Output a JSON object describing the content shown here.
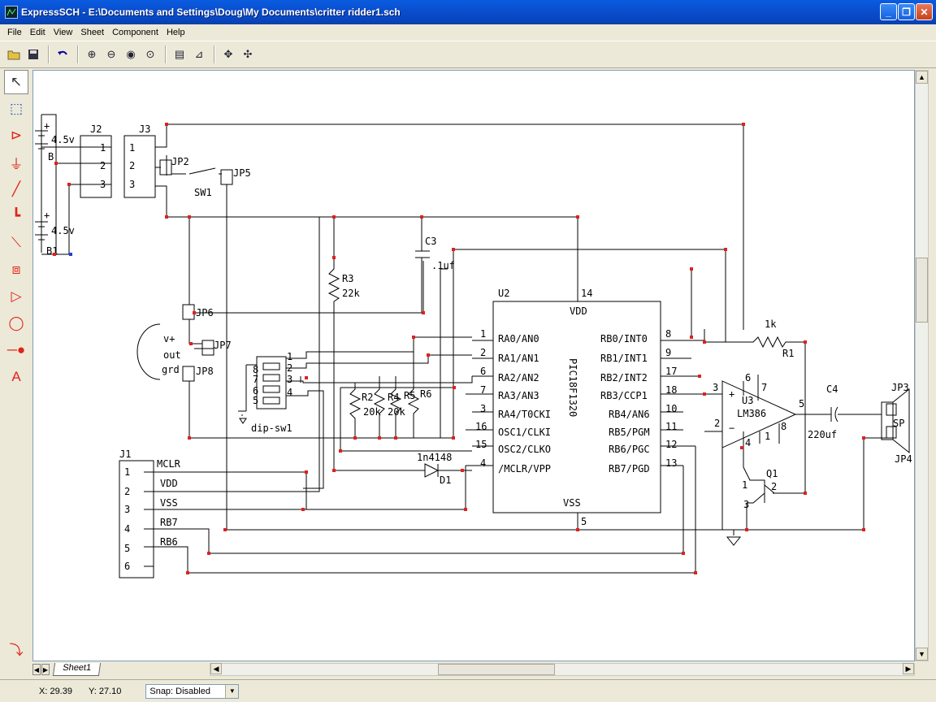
{
  "window": {
    "title": "ExpressSCH - E:\\Documents and Settings\\Doug\\My Documents\\critter ridder1.sch",
    "minimize": "_",
    "restore": "❐",
    "close": "✕"
  },
  "menu": [
    "File",
    "Edit",
    "View",
    "Sheet",
    "Component",
    "Help"
  ],
  "toolbar_icons": [
    "open-folder-icon",
    "save-icon",
    "undo-icon",
    "zoom-in-icon",
    "zoom-out-icon",
    "zoom-area-icon",
    "zoom-fit-icon",
    "properties-icon",
    "edit-part-icon",
    "pan-icon",
    "pan-center-icon"
  ],
  "palette_icons": [
    "pointer-icon",
    "select-component-icon",
    "op-amp-icon",
    "ground-icon",
    "wire-icon",
    "junction-wire-icon",
    "bus-icon",
    "chip-icon",
    "buffer-icon",
    "circle-icon",
    "pin-icon",
    "text-icon"
  ],
  "schematic": {
    "labels": {
      "J2": "J2",
      "J3": "J3",
      "J1": "J1",
      "B": "B",
      "B1": "B1",
      "batt1": "4.5v",
      "batt2": "4.5v",
      "JP2": "JP2",
      "JP5": "JP5",
      "SW1": "SW1",
      "JP6": "JP6",
      "JP7": "JP7",
      "JP8": "JP8",
      "C3": "C3",
      "c3val": ".1uf",
      "R3": "R3",
      "r3val": "22k",
      "U2": "U2",
      "pin14": "14",
      "vdd": "VDD",
      "vss": "VSS",
      "pin5": "5",
      "dipsw": "dip-sw1",
      "R2": "R2",
      "R4": "R4",
      "R5": "R5",
      "R6": "R6",
      "r2val": "20k",
      "r4val": "20k",
      "D1": "D1",
      "d1val": "1n4148",
      "chip": "PIC18F1320",
      "R1": "R1",
      "r1val": "1k",
      "U3": "U3",
      "lm386": "LM386",
      "C4": "C4",
      "c4val": "220uf",
      "JP3": "JP3",
      "JP4": "JP4",
      "SP": "SP",
      "Q1": "Q1",
      "vplus": "v+",
      "out": "out",
      "grd": "grd"
    },
    "left_pins": [
      {
        "num": "1",
        "name": "RA0/AN0"
      },
      {
        "num": "2",
        "name": "RA1/AN1"
      },
      {
        "num": "6",
        "name": "RA2/AN2"
      },
      {
        "num": "7",
        "name": "RA3/AN3"
      },
      {
        "num": "3",
        "name": "RA4/T0CKI"
      },
      {
        "num": "16",
        "name": "OSC1/CLKI"
      },
      {
        "num": "15",
        "name": "OSC2/CLKO"
      },
      {
        "num": "4",
        "name": "/MCLR/VPP"
      }
    ],
    "right_pins": [
      {
        "num": "8",
        "name": "RB0/INT0"
      },
      {
        "num": "9",
        "name": "RB1/INT1"
      },
      {
        "num": "17",
        "name": "RB2/INT2"
      },
      {
        "num": "18",
        "name": "RB3/CCP1"
      },
      {
        "num": "10",
        "name": "RB4/AN6"
      },
      {
        "num": "11",
        "name": "RB5/PGM"
      },
      {
        "num": "12",
        "name": "RB6/PGC"
      },
      {
        "num": "13",
        "name": "RB7/PGD"
      }
    ],
    "j1_pins": [
      {
        "num": "1",
        "net": "MCLR"
      },
      {
        "num": "2",
        "net": "VDD"
      },
      {
        "num": "3",
        "net": "VSS"
      },
      {
        "num": "4",
        "net": "RB7"
      },
      {
        "num": "5",
        "net": "RB6"
      },
      {
        "num": "6",
        "net": ""
      }
    ],
    "j2_pins": [
      "1",
      "2",
      "3"
    ],
    "j3_pins": [
      "1",
      "2",
      "3"
    ],
    "dip_pins": [
      "1",
      "2",
      "3",
      "4",
      "8",
      "7",
      "6",
      "5"
    ],
    "lm386_pins": [
      "3",
      "2",
      "6",
      "7",
      "4",
      "8",
      "1",
      "5"
    ],
    "q1_pins": [
      "1",
      "2",
      "3"
    ]
  },
  "tabs": {
    "sheet1": "Sheet1"
  },
  "status": {
    "x": "X: 29.39",
    "y": "Y: 27.10",
    "snap": "Snap: Disabled"
  }
}
